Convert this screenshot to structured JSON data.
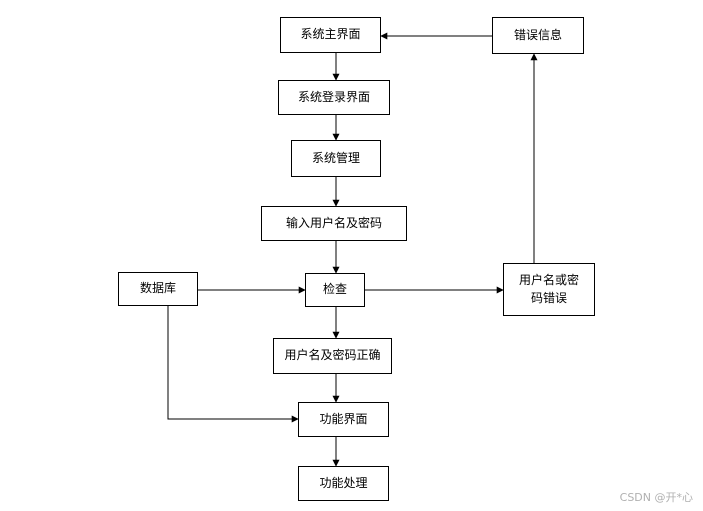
{
  "nodes": {
    "main_ui": "系统主界面",
    "error_info": "错误信息",
    "login_ui": "系统登录界面",
    "management": "系统管理",
    "input_credentials": "输入用户名及密码",
    "database": "数据库",
    "check": "检查",
    "credentials_wrong": "用户名或密\n码错误",
    "credentials_correct": "用户名及密码正确",
    "function_ui": "功能界面",
    "function_process": "功能处理"
  },
  "watermark": "CSDN @开*心"
}
